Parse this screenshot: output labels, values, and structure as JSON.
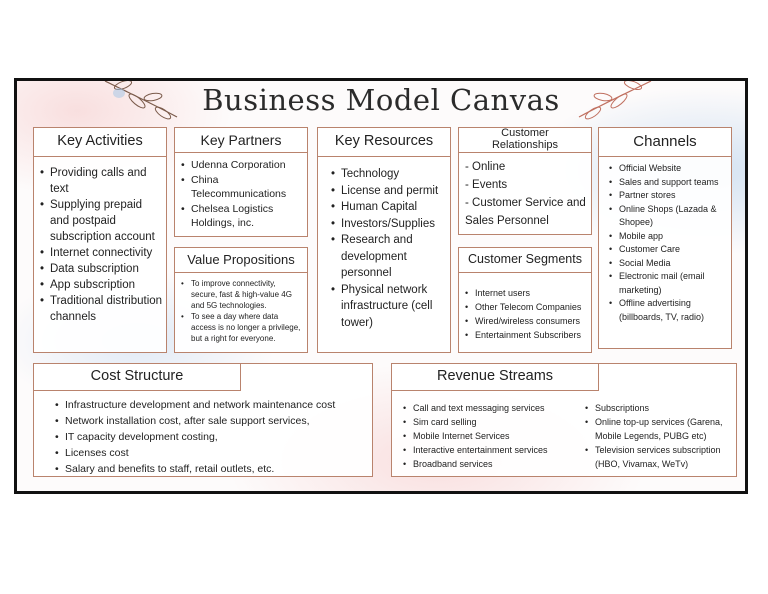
{
  "title": "Business Model Canvas",
  "colors": {
    "border": "#b9836d",
    "frame": "#111111",
    "pink": "#f0aaaa",
    "blue": "#a0c3e6"
  },
  "decorations": {
    "left": "floral-branch-icon",
    "right": "floral-branch-icon"
  },
  "key_activities": {
    "header": "Key Activities",
    "items": [
      "Providing calls and text",
      "Supplying prepaid and postpaid subscription account",
      "Internet connectivity",
      "Data subscription",
      "App subscription",
      "Traditional distribution channels"
    ]
  },
  "key_partners": {
    "header": "Key Partners",
    "items": [
      "Udenna Corporation",
      "China Telecommunications",
      "Chelsea Logistics Holdings, inc."
    ]
  },
  "value_propositions": {
    "header": "Value Propositions",
    "items": [
      "To improve connectivity, secure, fast & high-value 4G and 5G technologies.",
      "To see a day where data access is no longer a privilege, but a right for everyone."
    ]
  },
  "key_resources": {
    "header": "Key Resources",
    "items": [
      "Technology",
      "License and permit",
      "Human Capital",
      "Investors/Supplies",
      "Research and development personnel",
      "Physical network infrastructure (cell tower)"
    ]
  },
  "customer_relationships": {
    "header": "Customer Relationships",
    "items": [
      "- Online",
      "- Events",
      "- Customer Service and Sales Personnel"
    ]
  },
  "customer_segments": {
    "header": "Customer Segments",
    "items": [
      "Internet users",
      "Other Telecom Companies",
      "Wired/wireless consumers",
      "Entertainment Subscribers"
    ]
  },
  "channels": {
    "header": "Channels",
    "items": [
      "Official Website",
      "Sales and support teams",
      "Partner stores",
      "Online Shops (Lazada & Shopee)",
      "Mobile app",
      "Customer Care",
      "Social Media",
      "Electronic mail (email marketing)",
      "Offline advertising (billboards, TV, radio)"
    ]
  },
  "cost_structure": {
    "header": "Cost Structure",
    "items": [
      "Infrastructure development and network maintenance cost",
      "Network installation cost, after sale support services,",
      "IT capacity development costing,",
      "Licenses cost",
      "Salary and benefits to staff, retail outlets, etc."
    ]
  },
  "revenue_streams": {
    "header": "Revenue Streams",
    "left_items": [
      "Call and text messaging services",
      "Sim card selling",
      "Mobile Internet Services",
      "Interactive entertainment services",
      "Broadband services"
    ],
    "right_items": [
      "Subscriptions",
      "Online top-up services (Garena, Mobile Legends, PUBG etc)",
      "Television services subscription (HBO, Vivamax, WeTv)"
    ]
  }
}
